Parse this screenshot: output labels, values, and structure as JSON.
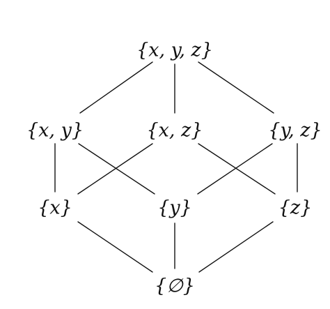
{
  "diagram": {
    "type": "hasse-diagram",
    "line_color": "#111111",
    "text_color": "#111111",
    "background": "#ffffff",
    "nodes": [
      {
        "id": "xyz",
        "label": "{x, y, z}"
      },
      {
        "id": "xy",
        "label": "{x, y}"
      },
      {
        "id": "xz",
        "label": "{x, z}"
      },
      {
        "id": "yz",
        "label": "{y, z}"
      },
      {
        "id": "x",
        "label": "{x}"
      },
      {
        "id": "y",
        "label": "{y}"
      },
      {
        "id": "z",
        "label": "{z}"
      },
      {
        "id": "empty",
        "label": "{∅}"
      }
    ],
    "edges": [
      [
        "xyz",
        "xy"
      ],
      [
        "xyz",
        "xz"
      ],
      [
        "xyz",
        "yz"
      ],
      [
        "xy",
        "x"
      ],
      [
        "xy",
        "y"
      ],
      [
        "xz",
        "x"
      ],
      [
        "xz",
        "z"
      ],
      [
        "yz",
        "y"
      ],
      [
        "yz",
        "z"
      ],
      [
        "x",
        "empty"
      ],
      [
        "y",
        "empty"
      ],
      [
        "z",
        "empty"
      ]
    ]
  }
}
